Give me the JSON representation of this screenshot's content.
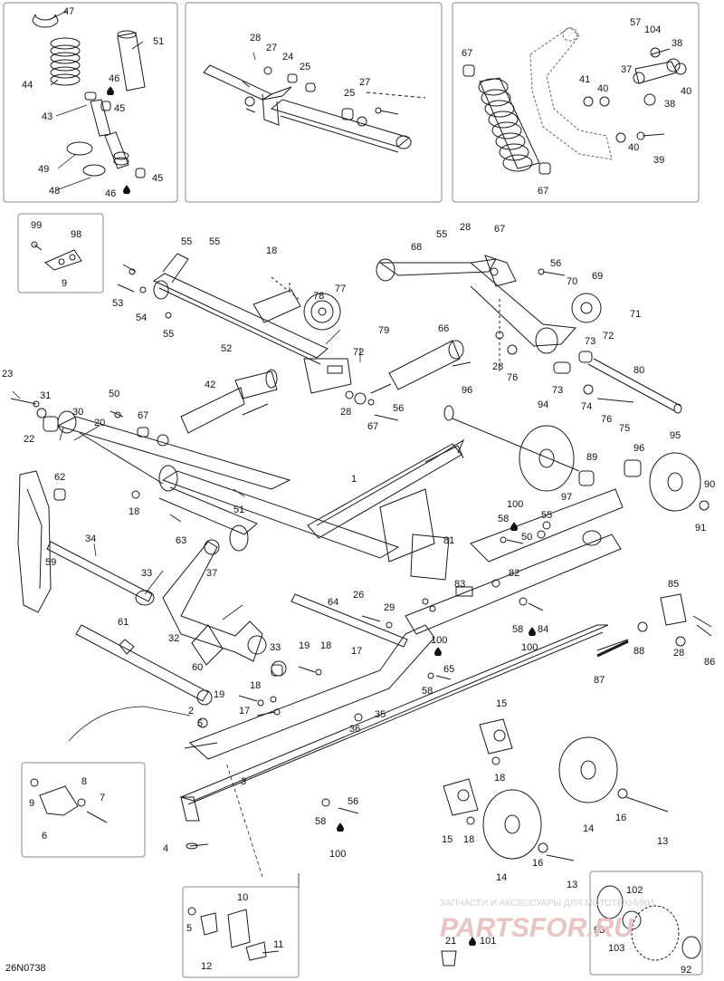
{
  "drawing_code": "26N0738",
  "watermark": {
    "line1": "ЗАПЧАСТИ И АКСЕССУАРЫ ДЛЯ МОТОТЕХНИКИ",
    "brand": "PARTSFOR.RU"
  },
  "colors": {
    "line": "#1a1a1a",
    "frame": "#8a8a8a",
    "watermark": "#d9d9d9",
    "watermark_brand": "#e6b8b8"
  },
  "drop_icon": "oil-drop-icon",
  "callouts": [
    {
      "id": "c47",
      "text": "47"
    },
    {
      "id": "c51",
      "text": "51"
    },
    {
      "id": "c44",
      "text": "44"
    },
    {
      "id": "c46a",
      "text": "46"
    },
    {
      "id": "c43",
      "text": "43"
    },
    {
      "id": "c45a",
      "text": "45"
    },
    {
      "id": "c49",
      "text": "49"
    },
    {
      "id": "c48",
      "text": "48"
    },
    {
      "id": "c46b",
      "text": "46"
    },
    {
      "id": "c45b",
      "text": "45"
    },
    {
      "id": "c28a",
      "text": "28"
    },
    {
      "id": "c27a",
      "text": "27"
    },
    {
      "id": "c24",
      "text": "24"
    },
    {
      "id": "c25a",
      "text": "25"
    },
    {
      "id": "c25b",
      "text": "25"
    },
    {
      "id": "c27b",
      "text": "27"
    },
    {
      "id": "c57",
      "text": "57"
    },
    {
      "id": "c104",
      "text": "104"
    },
    {
      "id": "c38a",
      "text": "38"
    },
    {
      "id": "c67a",
      "text": "67"
    },
    {
      "id": "c37a",
      "text": "37"
    },
    {
      "id": "c40a",
      "text": "40"
    },
    {
      "id": "c41",
      "text": "41"
    },
    {
      "id": "c40b",
      "text": "40"
    },
    {
      "id": "c38b",
      "text": "38"
    },
    {
      "id": "c40c",
      "text": "40"
    },
    {
      "id": "c39",
      "text": "39"
    },
    {
      "id": "c67b",
      "text": "67"
    },
    {
      "id": "c99",
      "text": "99"
    },
    {
      "id": "c98",
      "text": "98"
    },
    {
      "id": "c9a",
      "text": "9"
    },
    {
      "id": "c55a",
      "text": "55"
    },
    {
      "id": "c55b",
      "text": "55"
    },
    {
      "id": "c18a",
      "text": "18"
    },
    {
      "id": "c53",
      "text": "53"
    },
    {
      "id": "c54",
      "text": "54"
    },
    {
      "id": "c55c",
      "text": "55"
    },
    {
      "id": "c52",
      "text": "52"
    },
    {
      "id": "c78",
      "text": "78"
    },
    {
      "id": "c77",
      "text": "77"
    },
    {
      "id": "c79",
      "text": "79"
    },
    {
      "id": "c72a",
      "text": "72"
    },
    {
      "id": "c55d",
      "text": "55"
    },
    {
      "id": "c28b",
      "text": "28"
    },
    {
      "id": "c67c",
      "text": "67"
    },
    {
      "id": "c68",
      "text": "68"
    },
    {
      "id": "c56a",
      "text": "56"
    },
    {
      "id": "c70",
      "text": "70"
    },
    {
      "id": "c69",
      "text": "69"
    },
    {
      "id": "c66",
      "text": "66"
    },
    {
      "id": "c71",
      "text": "71"
    },
    {
      "id": "c72b",
      "text": "72"
    },
    {
      "id": "c73a",
      "text": "73"
    },
    {
      "id": "c28c",
      "text": "28"
    },
    {
      "id": "c76a",
      "text": "76"
    },
    {
      "id": "c80",
      "text": "80"
    },
    {
      "id": "c73b",
      "text": "73"
    },
    {
      "id": "c74",
      "text": "74"
    },
    {
      "id": "c76b",
      "text": "76"
    },
    {
      "id": "c75",
      "text": "75"
    },
    {
      "id": "c23",
      "text": "23"
    },
    {
      "id": "c31",
      "text": "31"
    },
    {
      "id": "c22",
      "text": "22"
    },
    {
      "id": "c30",
      "text": "30"
    },
    {
      "id": "c20",
      "text": "20"
    },
    {
      "id": "c42",
      "text": "42"
    },
    {
      "id": "c50a",
      "text": "50"
    },
    {
      "id": "c67d",
      "text": "67"
    },
    {
      "id": "c28d",
      "text": "28"
    },
    {
      "id": "c56b",
      "text": "56"
    },
    {
      "id": "c67e",
      "text": "67"
    },
    {
      "id": "c96a",
      "text": "96"
    },
    {
      "id": "c94",
      "text": "94"
    },
    {
      "id": "c95",
      "text": "95"
    },
    {
      "id": "c89",
      "text": "89"
    },
    {
      "id": "c96b",
      "text": "96"
    },
    {
      "id": "c97",
      "text": "97"
    },
    {
      "id": "c90",
      "text": "90"
    },
    {
      "id": "c91",
      "text": "91"
    },
    {
      "id": "c62",
      "text": "62"
    },
    {
      "id": "c1",
      "text": "1"
    },
    {
      "id": "c18b",
      "text": "18"
    },
    {
      "id": "c51b",
      "text": "51"
    },
    {
      "id": "c63",
      "text": "63"
    },
    {
      "id": "c100a",
      "text": "100"
    },
    {
      "id": "c58a",
      "text": "58"
    },
    {
      "id": "c55e",
      "text": "55"
    },
    {
      "id": "c50b",
      "text": "50"
    },
    {
      "id": "c34",
      "text": "34"
    },
    {
      "id": "c81",
      "text": "81"
    },
    {
      "id": "c59",
      "text": "59"
    },
    {
      "id": "c37b",
      "text": "37"
    },
    {
      "id": "c33a",
      "text": "33"
    },
    {
      "id": "c82",
      "text": "82"
    },
    {
      "id": "c83",
      "text": "83"
    },
    {
      "id": "c85",
      "text": "85"
    },
    {
      "id": "c64",
      "text": "64"
    },
    {
      "id": "c26",
      "text": "26"
    },
    {
      "id": "c29",
      "text": "29"
    },
    {
      "id": "c58b",
      "text": "58"
    },
    {
      "id": "c84",
      "text": "84"
    },
    {
      "id": "c100b",
      "text": "100"
    },
    {
      "id": "c61",
      "text": "61"
    },
    {
      "id": "c32",
      "text": "32"
    },
    {
      "id": "c33b",
      "text": "33"
    },
    {
      "id": "c19a",
      "text": "19"
    },
    {
      "id": "c18c",
      "text": "18"
    },
    {
      "id": "c17a",
      "text": "17"
    },
    {
      "id": "c100c",
      "text": "100"
    },
    {
      "id": "c65",
      "text": "65"
    },
    {
      "id": "c88",
      "text": "88"
    },
    {
      "id": "c28e",
      "text": "28"
    },
    {
      "id": "c86",
      "text": "86"
    },
    {
      "id": "c87",
      "text": "87"
    },
    {
      "id": "c60",
      "text": "60"
    },
    {
      "id": "c19b",
      "text": "19"
    },
    {
      "id": "c18d",
      "text": "18"
    },
    {
      "id": "c58c",
      "text": "58"
    },
    {
      "id": "c17b",
      "text": "17"
    },
    {
      "id": "c2",
      "text": "2"
    },
    {
      "id": "c5a",
      "text": "5"
    },
    {
      "id": "c35",
      "text": "35"
    },
    {
      "id": "c36",
      "text": "36"
    },
    {
      "id": "c15a",
      "text": "15"
    },
    {
      "id": "c18e",
      "text": "18"
    },
    {
      "id": "c8",
      "text": "8"
    },
    {
      "id": "c9b",
      "text": "9"
    },
    {
      "id": "c7",
      "text": "7"
    },
    {
      "id": "c6",
      "text": "6"
    },
    {
      "id": "c3",
      "text": "3"
    },
    {
      "id": "c56c",
      "text": "56"
    },
    {
      "id": "c58d",
      "text": "58"
    },
    {
      "id": "c100d",
      "text": "100"
    },
    {
      "id": "c14a",
      "text": "14"
    },
    {
      "id": "c16a",
      "text": "16"
    },
    {
      "id": "c13a",
      "text": "13"
    },
    {
      "id": "c15b",
      "text": "15"
    },
    {
      "id": "c18f",
      "text": "18"
    },
    {
      "id": "c4",
      "text": "4"
    },
    {
      "id": "c16b",
      "text": "16"
    },
    {
      "id": "c14b",
      "text": "14"
    },
    {
      "id": "c13b",
      "text": "13"
    },
    {
      "id": "c10",
      "text": "10"
    },
    {
      "id": "c5b",
      "text": "5"
    },
    {
      "id": "c11",
      "text": "11"
    },
    {
      "id": "c12",
      "text": "12"
    },
    {
      "id": "c21",
      "text": "21"
    },
    {
      "id": "c101",
      "text": "101"
    },
    {
      "id": "c102",
      "text": "102"
    },
    {
      "id": "c93",
      "text": "93"
    },
    {
      "id": "c103",
      "text": "103"
    },
    {
      "id": "c92",
      "text": "92"
    }
  ]
}
